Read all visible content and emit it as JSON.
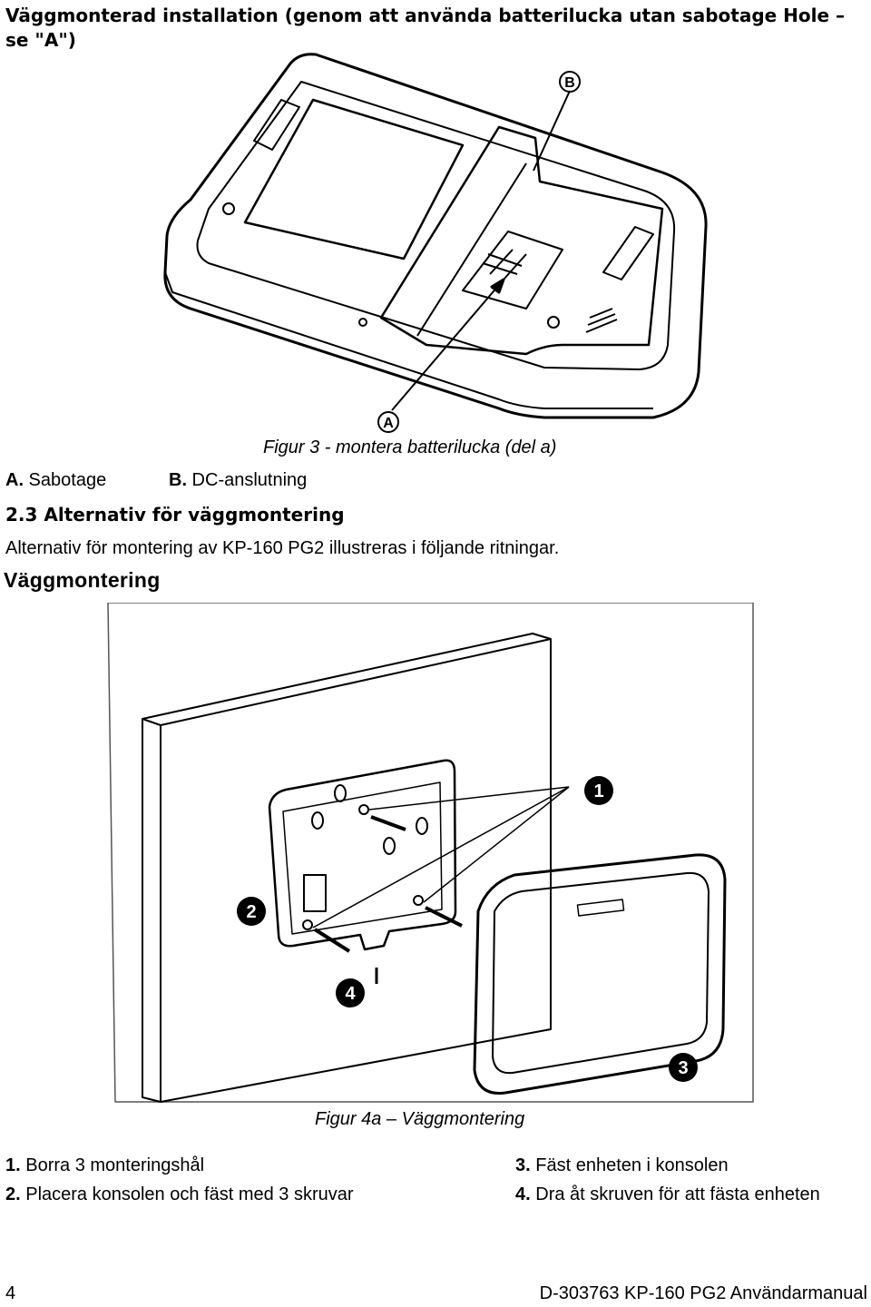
{
  "heading": "Väggmonterad installation (genom att använda batterilucka utan sabotage Hole – se \"A\")",
  "figure1": {
    "label_a": "A",
    "label_b": "B",
    "caption": "Figur 3 -  montera batterilucka (del a)"
  },
  "legend": {
    "a_key": "A.",
    "a_text": " Sabotage",
    "b_key": "B.",
    "b_text": " DC-anslutning"
  },
  "section_title": "2.3 Alternativ för väggmontering",
  "paragraph": "Alternativ för montering av KP-160 PG2 illustreras i följande ritningar.",
  "subheading": "Väggmontering",
  "figure2": {
    "callouts": [
      "1",
      "2",
      "3",
      "4"
    ],
    "caption": "Figur 4a – Väggmontering"
  },
  "steps": [
    {
      "num": "1.",
      "text": " Borra 3 monteringshål"
    },
    {
      "num": "2.",
      "text": " Placera konsolen och fäst med 3 skruvar"
    },
    {
      "num": "3.",
      "text": " Fäst enheten i konsolen"
    },
    {
      "num": "4.",
      "text": " Dra åt skruven för att fästa enheten"
    }
  ],
  "footer": {
    "page_number": "4",
    "doc_title": "D-303763 KP-160 PG2 Användarmanual"
  }
}
